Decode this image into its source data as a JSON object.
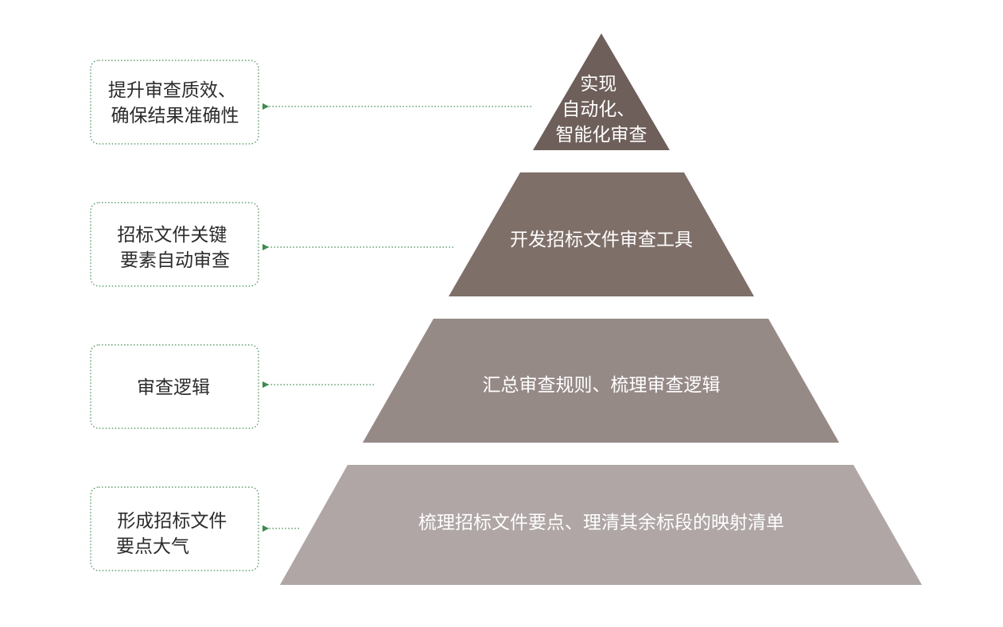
{
  "pyramid": {
    "tiers": [
      {
        "lines": [
          "实现",
          "自动化、",
          "智能化审查"
        ],
        "color": "#6e5f5a"
      },
      {
        "lines": [
          "开发招标文件审查工具"
        ],
        "color": "#7f6f69"
      },
      {
        "lines": [
          "汇总审查规则、梳理审查逻辑"
        ],
        "color": "#968a87"
      },
      {
        "lines": [
          "梳理招标文件要点、理清其余标段的映射清单"
        ],
        "color": "#afa6a5"
      }
    ]
  },
  "labels": [
    {
      "lines": [
        "提升审查质效、",
        "确保结果准确性"
      ]
    },
    {
      "lines": [
        "招标文件关键",
        "要素自动审查"
      ]
    },
    {
      "lines": [
        "审查逻辑"
      ]
    },
    {
      "lines": [
        "形成招标文件",
        "要点大气"
      ]
    }
  ],
  "colors": {
    "connector": "#3f8a4f",
    "tier_text": "#ffffff",
    "label_text": "#2b2b2b"
  }
}
